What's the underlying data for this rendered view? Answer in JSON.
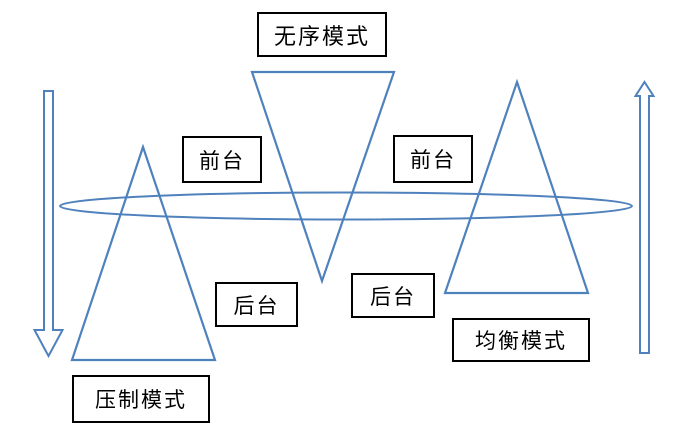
{
  "diagram": {
    "title_meaning": "mode diagram",
    "top_label": "无序模式",
    "front_left_label": "前台",
    "front_right_label": "前台",
    "back_left_label": "后台",
    "back_right_label": "后台",
    "bottom_left_label": "压制模式",
    "bottom_right_label": "均衡模式",
    "shapes": [
      {
        "name": "downward-arrow",
        "side": "left",
        "style": "hollow outline arrow pointing down"
      },
      {
        "name": "upward-arrow",
        "side": "right",
        "style": "hollow outline arrow pointing up"
      },
      {
        "name": "left-triangle",
        "orientation": "upright",
        "linked_label": "压制模式"
      },
      {
        "name": "center-triangle",
        "orientation": "inverted",
        "linked_label": "无序模式"
      },
      {
        "name": "right-triangle",
        "orientation": "upright",
        "linked_label": "均衡模式"
      },
      {
        "name": "horizontal-ellipse",
        "role": "front/back dividing band crossing all triangles"
      }
    ]
  },
  "colors": {
    "shape_blue": "#4F81BD",
    "box_border": "#000000",
    "text": "#000000",
    "background": "#FFFFFF"
  }
}
